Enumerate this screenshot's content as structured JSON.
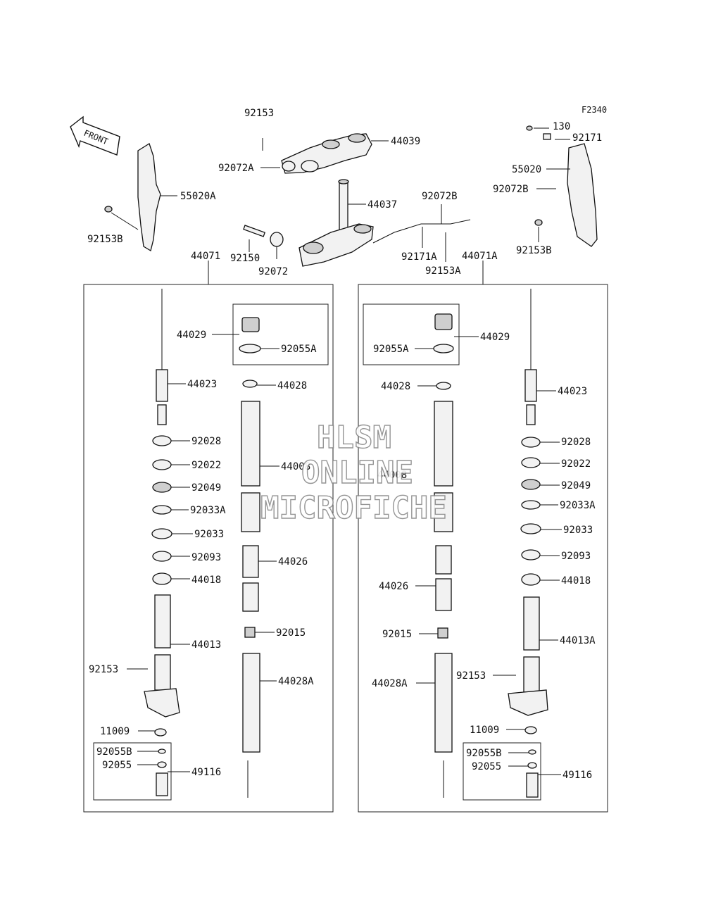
{
  "figure_code": "F2340",
  "front_label": "FRONT",
  "watermark": [
    "HLSM",
    "ONLINE",
    "MICROFICHE"
  ],
  "top": {
    "p92153": "92153",
    "p44039": "44039",
    "p92072A": "92072A",
    "p44037": "44037",
    "p92072B": "92072B",
    "p92150": "92150",
    "p92072": "92072",
    "p92171A": "92171A",
    "p92153A": "92153A",
    "p55020A": "55020A",
    "p92153B_left": "92153B",
    "p130": "130",
    "p92171": "92171",
    "p55020": "55020",
    "p92072B_right": "92072B",
    "p92153B_right": "92153B"
  },
  "left_fork": {
    "assembly": "44071",
    "p44029": "44029",
    "p92055A": "92055A",
    "p44023": "44023",
    "p44028": "44028",
    "p92028": "92028",
    "p92022": "92022",
    "p44008": "44008",
    "p92049": "92049",
    "p92033A": "92033A",
    "p92033": "92033",
    "p92093": "92093",
    "p44026": "44026",
    "p44018": "44018",
    "p44013": "44013",
    "p92015": "92015",
    "p92153": "92153",
    "p44028A": "44028A",
    "p11009": "11009",
    "p92055B": "92055B",
    "p92055": "92055",
    "p49116": "49116"
  },
  "right_fork": {
    "assembly": "44071A",
    "p44029": "44029",
    "p92055A": "92055A",
    "p44028": "44028",
    "p44023": "44023",
    "p92028": "92028",
    "p92022": "92022",
    "p44008": "44008",
    "p92049": "92049",
    "p92033A": "92033A",
    "p92033": "92033",
    "p92093": "92093",
    "p44018": "44018",
    "p44026": "44026",
    "p92015": "92015",
    "p44013A": "44013A",
    "p92153": "92153",
    "p44028A": "44028A",
    "p11009": "11009",
    "p92055B": "92055B",
    "p92055": "92055",
    "p49116": "49116"
  }
}
